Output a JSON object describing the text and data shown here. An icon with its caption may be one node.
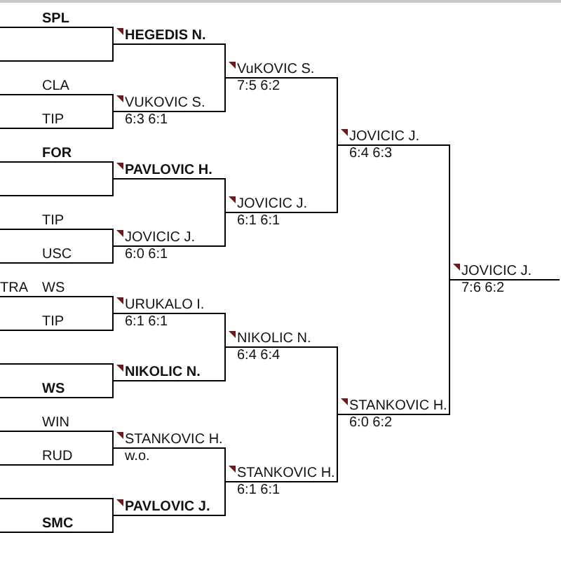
{
  "diagram": {
    "nodes": [
      {
        "text": [
          "SPL"
        ]
      },
      {
        "text": [],
        "shape": "bar"
      },
      {
        "text": [
          "CLA"
        ]
      },
      {
        "text": [
          "TIP"
        ]
      },
      {
        "text": [
          "FOR"
        ]
      },
      {
        "text": [],
        "shape": "bar"
      },
      {
        "text": [
          "TIP"
        ]
      },
      {
        "text": [
          "USC"
        ]
      },
      {
        "text": [
          "TRA",
          "WS"
        ]
      },
      {
        "text": [
          "TIP"
        ]
      },
      {
        "text": [],
        "shape": "bar"
      },
      {
        "text": [
          "WS"
        ]
      },
      {
        "text": [
          "WIN"
        ]
      },
      {
        "text": [
          "RUD"
        ]
      },
      {
        "text": [],
        "shape": "bar"
      },
      {
        "text": [
          "SMC"
        ]
      },
      {
        "text": [
          "HEGEDIS N."
        ]
      },
      {
        "text": [
          "VUKOVIC S.",
          "6:3 6:1"
        ]
      },
      {
        "text": [
          "PAVLOVIC H."
        ]
      },
      {
        "text": [
          "JOVICIC J.",
          "6:0 6:1"
        ]
      },
      {
        "text": [
          "URUKALO I.",
          "6:1 6:1"
        ]
      },
      {
        "text": [
          "NIKOLIC N."
        ]
      },
      {
        "text": [
          "STANKOVIC H.",
          "w.o."
        ]
      },
      {
        "text": [
          "PAVLOVIC J."
        ]
      },
      {
        "text": [
          "VuKOVIC S.",
          "7:5 6:2"
        ]
      },
      {
        "text": [
          "JOVICIC J.",
          "6:1 6:1"
        ]
      },
      {
        "text": [
          "NIKOLIC N.",
          "6:4 6:4"
        ]
      },
      {
        "text": [
          "STANKOVIC H.",
          "6:1 6:1"
        ]
      },
      {
        "text": [
          "JOVICIC J.",
          "6:4 6:3"
        ]
      },
      {
        "text": [
          "STANKOVIC H.",
          "6:0 6:2"
        ]
      },
      {
        "text": [
          "JOVICIC J.",
          "7:6 6:2"
        ]
      }
    ],
    "edges": [
      {
        "from": 0,
        "to": 16,
        "arrow": "none"
      },
      {
        "from": 1,
        "to": 16,
        "arrow": "none"
      },
      {
        "from": 2,
        "to": 17,
        "arrow": "none"
      },
      {
        "from": 3,
        "to": 17,
        "arrow": "none"
      },
      {
        "from": 4,
        "to": 18,
        "arrow": "none"
      },
      {
        "from": 5,
        "to": 18,
        "arrow": "none"
      },
      {
        "from": 6,
        "to": 19,
        "arrow": "none"
      },
      {
        "from": 7,
        "to": 19,
        "arrow": "none"
      },
      {
        "from": 8,
        "to": 20,
        "arrow": "none"
      },
      {
        "from": 9,
        "to": 20,
        "arrow": "none"
      },
      {
        "from": 10,
        "to": 21,
        "arrow": "none"
      },
      {
        "from": 11,
        "to": 21,
        "arrow": "none"
      },
      {
        "from": 12,
        "to": 22,
        "arrow": "none"
      },
      {
        "from": 13,
        "to": 22,
        "arrow": "none"
      },
      {
        "from": 14,
        "to": 23,
        "arrow": "none"
      },
      {
        "from": 15,
        "to": 23,
        "arrow": "none"
      },
      {
        "from": 16,
        "to": 24,
        "arrow": "none"
      },
      {
        "from": 17,
        "to": 24,
        "arrow": "none"
      },
      {
        "from": 18,
        "to": 25,
        "arrow": "none"
      },
      {
        "from": 19,
        "to": 25,
        "arrow": "none"
      },
      {
        "from": 20,
        "to": 26,
        "arrow": "none"
      },
      {
        "from": 21,
        "to": 26,
        "arrow": "none"
      },
      {
        "from": 22,
        "to": 27,
        "arrow": "none"
      },
      {
        "from": 23,
        "to": 27,
        "arrow": "none"
      },
      {
        "from": 24,
        "to": 28,
        "arrow": "none"
      },
      {
        "from": 25,
        "to": 28,
        "arrow": "none"
      },
      {
        "from": 26,
        "to": 29,
        "arrow": "none"
      },
      {
        "from": 27,
        "to": 29,
        "arrow": "none"
      },
      {
        "from": 28,
        "to": 30,
        "arrow": "none"
      },
      {
        "from": 29,
        "to": 30,
        "arrow": "none"
      }
    ]
  }
}
